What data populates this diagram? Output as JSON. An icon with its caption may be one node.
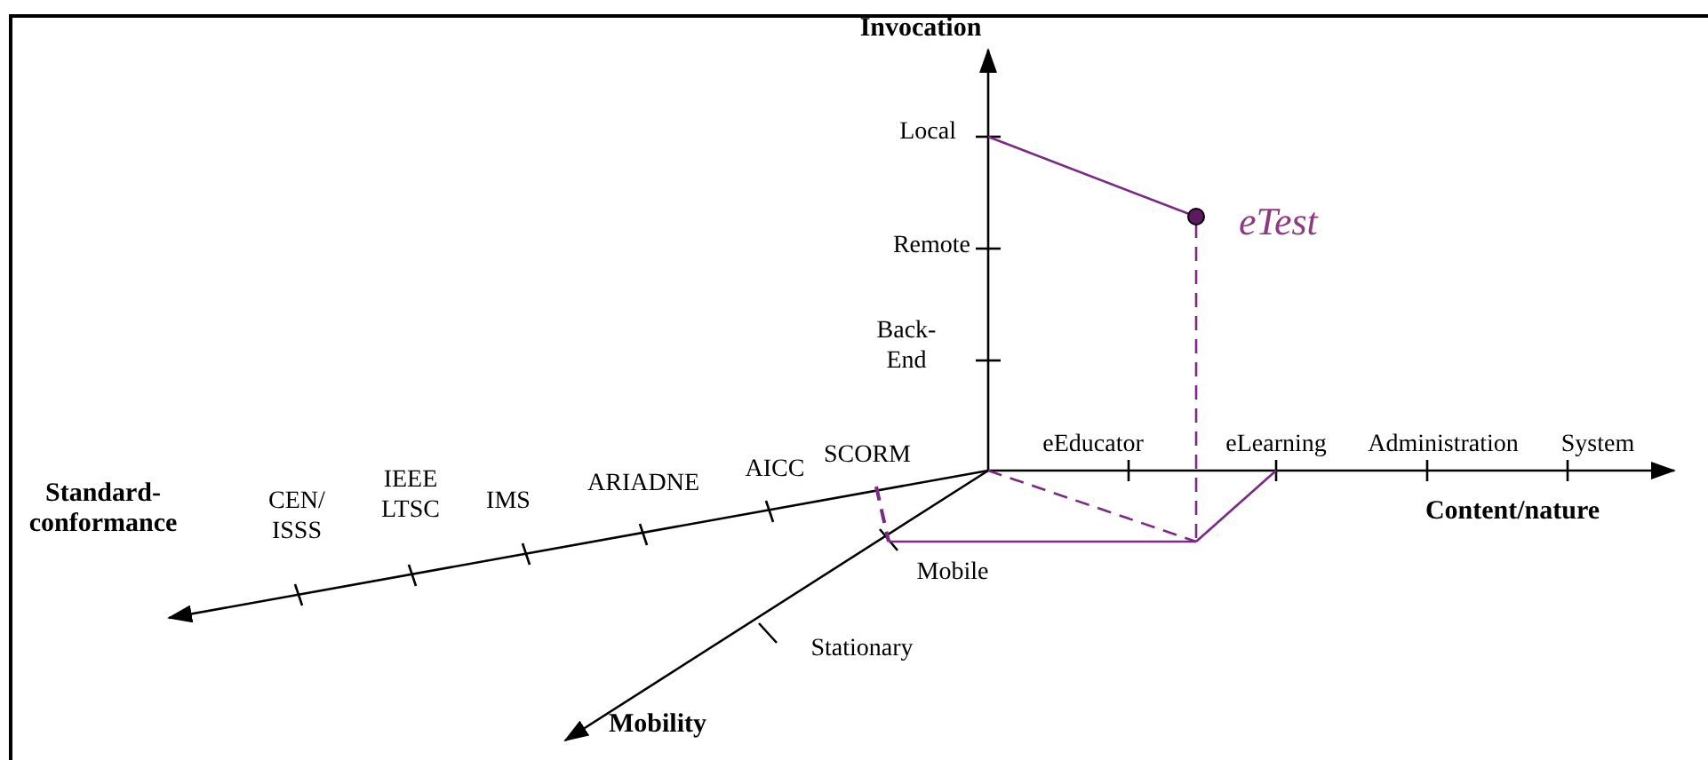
{
  "diagram": {
    "nodes": [
      {
        "text": [],
        "shape": "circle",
        "beside": [
          "eTest"
        ]
      }
    ],
    "labels": [
      "Invocation",
      "Local",
      "Remote",
      "Back-End",
      "eEducator",
      "eLearning",
      "Administration",
      "System",
      "SCORM",
      "AICC",
      "ARIADNE",
      "IMS",
      "IEEE LTSC",
      "Standard-conformance",
      "CEN/ ISSS",
      "Content/nature",
      "Mobile",
      "Stationary",
      "Mobility"
    ]
  }
}
